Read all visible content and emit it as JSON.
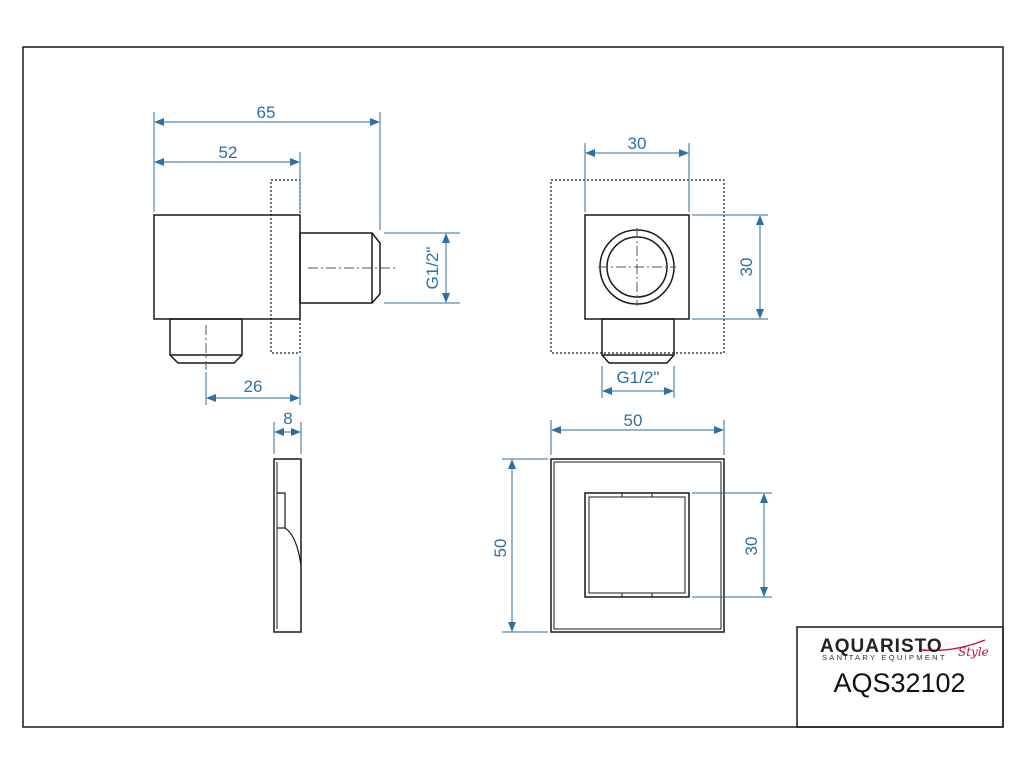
{
  "colors": {
    "outline": "#1a1a1a",
    "dimension": "#2f6fa3",
    "centerline": "#555555",
    "brand_accent": "#c8102e"
  },
  "side_view": {
    "dim_overall_length": "65",
    "dim_body_to_wall": "52",
    "dim_outlet_offset": "26",
    "dim_thread_label": "G1/2\""
  },
  "front_view": {
    "dim_body_width": "30",
    "dim_body_height": "30",
    "dim_thread_label": "G1/2\""
  },
  "plate_side_view": {
    "dim_thickness": "8"
  },
  "plate_front_view": {
    "dim_width": "50",
    "dim_height": "50",
    "dim_inner": "30"
  },
  "title_block": {
    "brand_logo_text": "AQUARISTO",
    "brand_tagline": "SANITARY EQUIPMENT",
    "brand_script": "Style",
    "product_code": "AQS32102"
  }
}
